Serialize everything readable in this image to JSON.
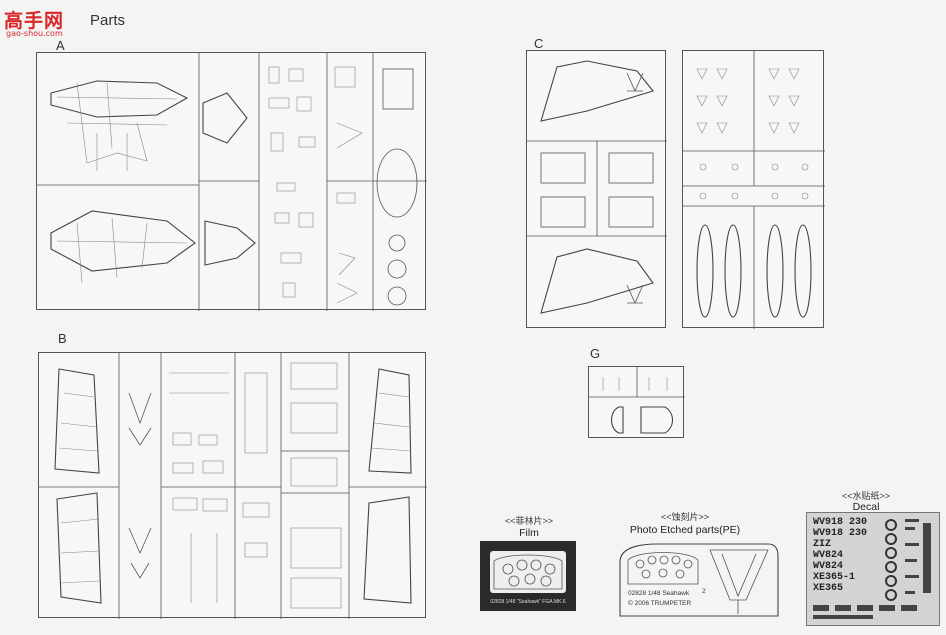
{
  "header": {
    "logo_text": "高手网",
    "logo_sub": "gao-shou.com",
    "title": "Parts"
  },
  "sections": {
    "a": "A",
    "b": "B",
    "c": "C",
    "g": "G"
  },
  "film": {
    "caption_cn": "<<菲林片>>",
    "caption_en": "Film",
    "print": "02828 1/48 \"Seahawk\" FGA.MK.6"
  },
  "pe": {
    "caption_cn": "<<蚀刻片>>",
    "caption_en": "Photo Etched parts(PE)",
    "line1": "02828  1/48  Seahawk",
    "line2": "© 2006  TRUMPETER",
    "part_no": "2"
  },
  "decal": {
    "caption_cn": "<<水贴纸>>",
    "caption_en": "Decal",
    "lines": [
      "WV918 230",
      "WV918 230",
      "ZIZ",
      "WV824",
      "WV824",
      "XE365-1",
      "XE365"
    ]
  },
  "colors": {
    "logo": "#d8262a",
    "frame": "#555555",
    "film": "#2a2a2a",
    "decal_sheet": "#d4d4d4"
  }
}
